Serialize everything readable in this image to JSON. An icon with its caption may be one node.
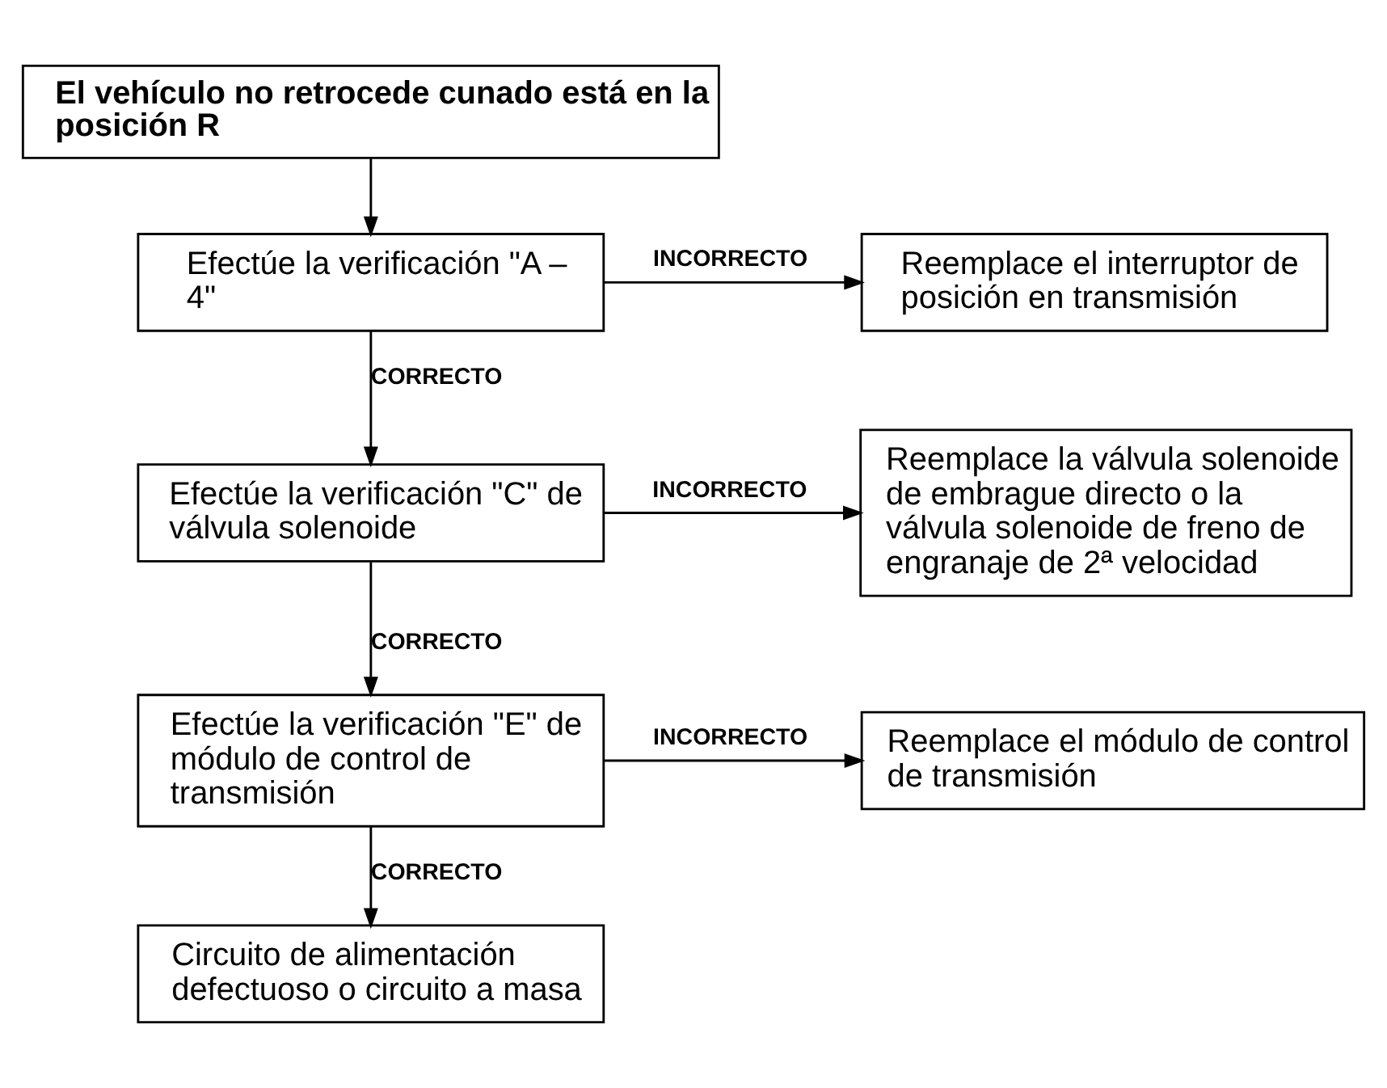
{
  "diagram": {
    "nodes": [
      {
        "text": [
          "El vehículo no retrocede cunado está en la posición R"
        ]
      },
      {
        "text": [
          "Efectúe la verificación \"A – 4\""
        ]
      },
      {
        "text": [
          "Reemplace el interruptor de posición en transmisión"
        ]
      },
      {
        "text": [
          "Efectúe la verificación \"C\" de válvula solenoide"
        ]
      },
      {
        "text": [
          "Reemplace la válvula solenoide de embrague directo o la válvula solenoide de freno de engranaje de 2ª velocidad"
        ]
      },
      {
        "text": [
          "Efectúe la verificación \"E\" de módulo de control de transmisión"
        ]
      },
      {
        "text": [
          "Reemplace el módulo de control de transmisión"
        ]
      },
      {
        "text": [
          "Circuito de alimentación defectuoso o circuito a masa"
        ]
      }
    ],
    "edges": [
      {
        "from": 0,
        "to": 1,
        "arrow": "to"
      },
      {
        "from": 1,
        "to": 2,
        "arrow": "to",
        "label": "INCORRECTO"
      },
      {
        "from": 1,
        "to": 3,
        "arrow": "to",
        "label": "CORRECTO"
      },
      {
        "from": 3,
        "to": 4,
        "arrow": "to",
        "label": "INCORRECTO"
      },
      {
        "from": 3,
        "to": 5,
        "arrow": "to",
        "label": "CORRECTO"
      },
      {
        "from": 5,
        "to": 6,
        "arrow": "to",
        "label": "INCORRECTO"
      },
      {
        "from": 5,
        "to": 7,
        "arrow": "to",
        "label": "CORRECTO"
      }
    ]
  }
}
